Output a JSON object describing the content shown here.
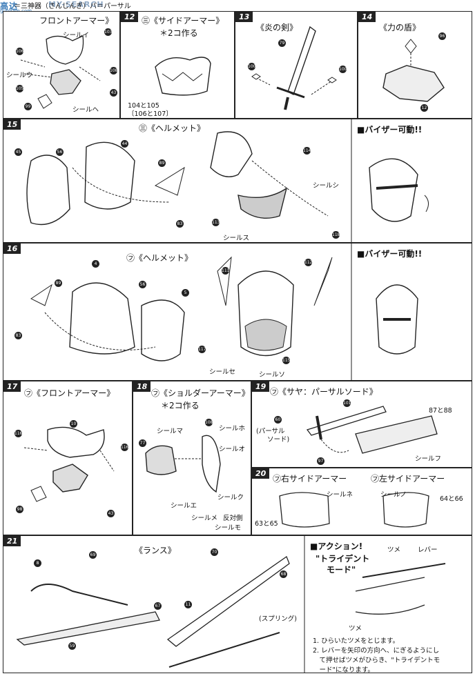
{
  "header": {
    "logo": "高达",
    "site": "MY-SEARCH",
    "domain": "gundam.com",
    "legend_text": "＝三神器（さんじんぎ）パ＝パーサル"
  },
  "p11": {
    "title": "フロントアーマー》",
    "labels": [
      "シールイ",
      "シールウ",
      "シールヘ"
    ],
    "parts": [
      "103",
      "106",
      "105",
      "108",
      "43",
      "99"
    ]
  },
  "p12": {
    "num": "12",
    "title": "㊂《サイドアーマー》",
    "sub": "＊2コ作る",
    "parts_text": "104と105",
    "parts_text2": "〔106と107〕"
  },
  "p13": {
    "num": "13",
    "title": "《炎の剣》",
    "parts": [
      "79",
      "100",
      "100"
    ]
  },
  "p14": {
    "num": "14",
    "title": "《力の盾》",
    "parts": [
      "96",
      "12"
    ]
  },
  "p15": {
    "num": "15",
    "title": "㊂《ヘルメット》",
    "side_title": "■バイザー可動!!",
    "labels": [
      "シールシ",
      "シールス"
    ],
    "parts": [
      "45",
      "56",
      "44",
      "89",
      "83",
      "114",
      "113",
      "118"
    ]
  },
  "p16": {
    "num": "16",
    "title": "㋫《ヘルメット》",
    "side_title": "■バイザー可動!!",
    "labels": [
      "シールセ",
      "シールソ"
    ],
    "parts": [
      "89",
      "4",
      "56",
      "5",
      "83",
      "111",
      "112",
      "117",
      "115"
    ]
  },
  "p17": {
    "num": "17",
    "title": "㋫《フロントアーマー》",
    "parts": [
      "116",
      "10",
      "116",
      "98",
      "43"
    ]
  },
  "p18": {
    "num": "18",
    "title": "㋫《ショルダーアーマー》",
    "sub": "＊2コ作る",
    "labels": [
      "シールマ",
      "シールホ",
      "シールオ",
      "シールク",
      "シールエ",
      "シールメ",
      "反対側",
      "シールモ"
    ],
    "parts": [
      "108",
      "77"
    ]
  },
  "p19": {
    "num": "19",
    "title": "㋫《サヤ：パーサルソード》",
    "labels": [
      "(パーサル",
      "ソード)",
      "シールフ"
    ],
    "parts": [
      "60",
      "101",
      "97",
      "87と88"
    ]
  },
  "p20": {
    "num": "20",
    "title_right": "㋫右サイドアーマー",
    "title_left": "㋫左サイドアーマー",
    "labels": [
      "シールネ",
      "シールノ"
    ],
    "parts_a": "63と65",
    "parts_b": "64と66"
  },
  "p21": {
    "num": "21",
    "title": "《ランス》",
    "parts": [
      "8",
      "69",
      "59",
      "67",
      "70",
      "68",
      "11"
    ],
    "spring": "(スプリング)",
    "action_title": "■アクション!",
    "action_sub1": "\"トライデント",
    "action_sub2": "モード\"",
    "tsume": "ツメ",
    "lever": "レバー",
    "notes": [
      "1. ひらいたツメをとじます。",
      "2. レバーを矢印の方向へ、にぎるようにし",
      "　て押せばツメがひらき、\"トライデントモ",
      "　ード\"になります。"
    ]
  }
}
